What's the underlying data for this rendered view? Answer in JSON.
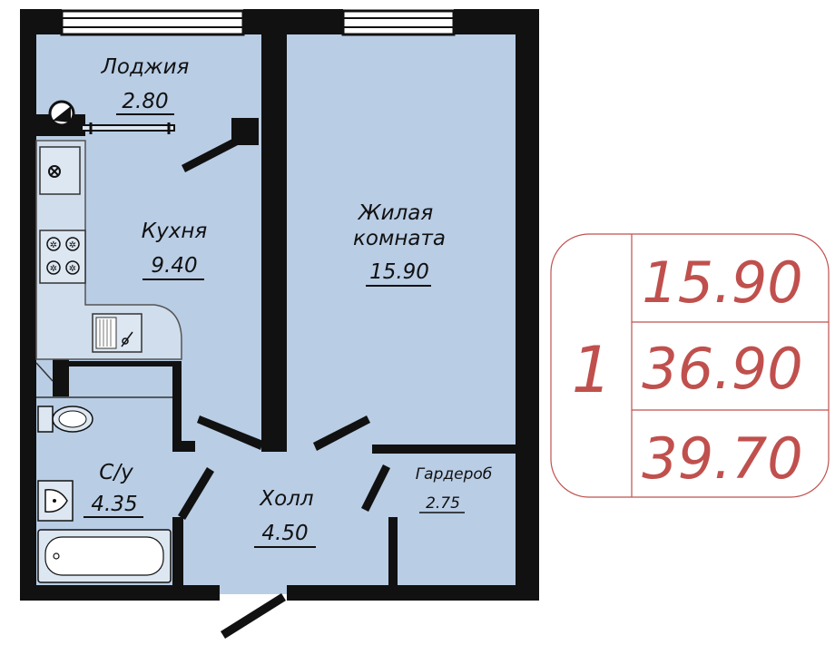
{
  "colors": {
    "room_fill": "#b9cde5",
    "wall": "#111111",
    "fixture_fill": "#dde7f2",
    "summary_stroke": "#c0504d",
    "summary_text": "#c0504d"
  },
  "rooms": [
    {
      "id": "loggia",
      "name": "Лоджия",
      "area": "2.80"
    },
    {
      "id": "kitchen",
      "name": "Кухня",
      "area": "9.40"
    },
    {
      "id": "living",
      "name_line1": "Жилая",
      "name_line2": "комната",
      "area": "15.90"
    },
    {
      "id": "bathroom",
      "name": "С/у",
      "area": "4.35"
    },
    {
      "id": "hall",
      "name": "Холл",
      "area": "4.50"
    },
    {
      "id": "wardrobe",
      "name": "Гардероб",
      "area": "2.75"
    }
  ],
  "summary": {
    "rooms_count": "1",
    "living_area": "15.90",
    "total_area": "36.90",
    "total_with_loggia": "39.70"
  },
  "icons": [
    "stove-burner-icon",
    "sink-icon",
    "toilet-icon",
    "bathtub-icon",
    "washbasin-icon",
    "radiator-icon"
  ]
}
